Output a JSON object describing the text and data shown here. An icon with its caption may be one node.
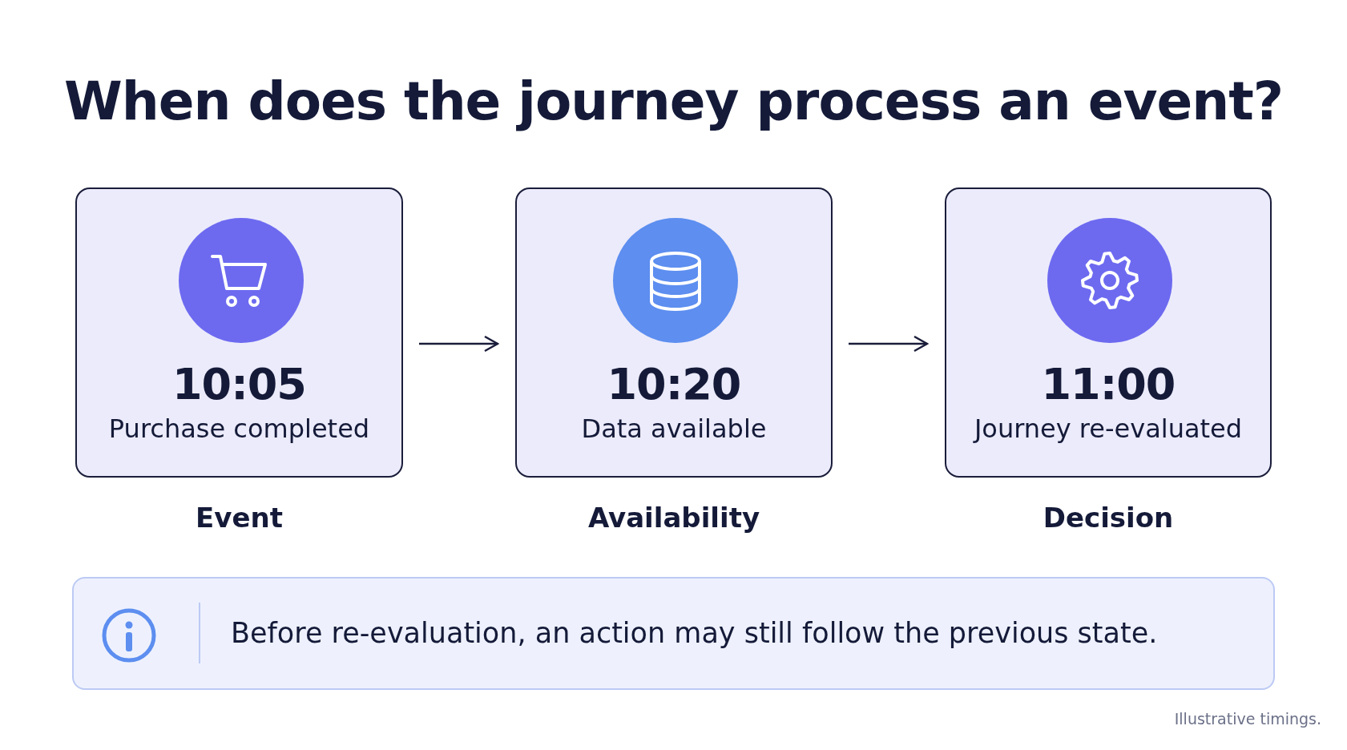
{
  "diagram": {
    "title": "When does the journey process an event?",
    "nodes": [
      {
        "text": [
          "10:05",
          "Purchase completed"
        ],
        "beside": [
          "Event"
        ]
      },
      {
        "text": [
          "10:20",
          "Data available"
        ],
        "beside": [
          "Availability"
        ]
      },
      {
        "text": [
          "11:00",
          "Journey re-evaluated"
        ],
        "beside": [
          "Decision"
        ]
      },
      {
        "text": [
          "Before re-evaluation, an action may still follow the previous state."
        ]
      }
    ],
    "edges": [
      {
        "from": 0,
        "to": 1,
        "arrow": "to"
      },
      {
        "from": 1,
        "to": 2,
        "arrow": "to"
      }
    ],
    "labels": [
      "Illustrative timings."
    ]
  }
}
